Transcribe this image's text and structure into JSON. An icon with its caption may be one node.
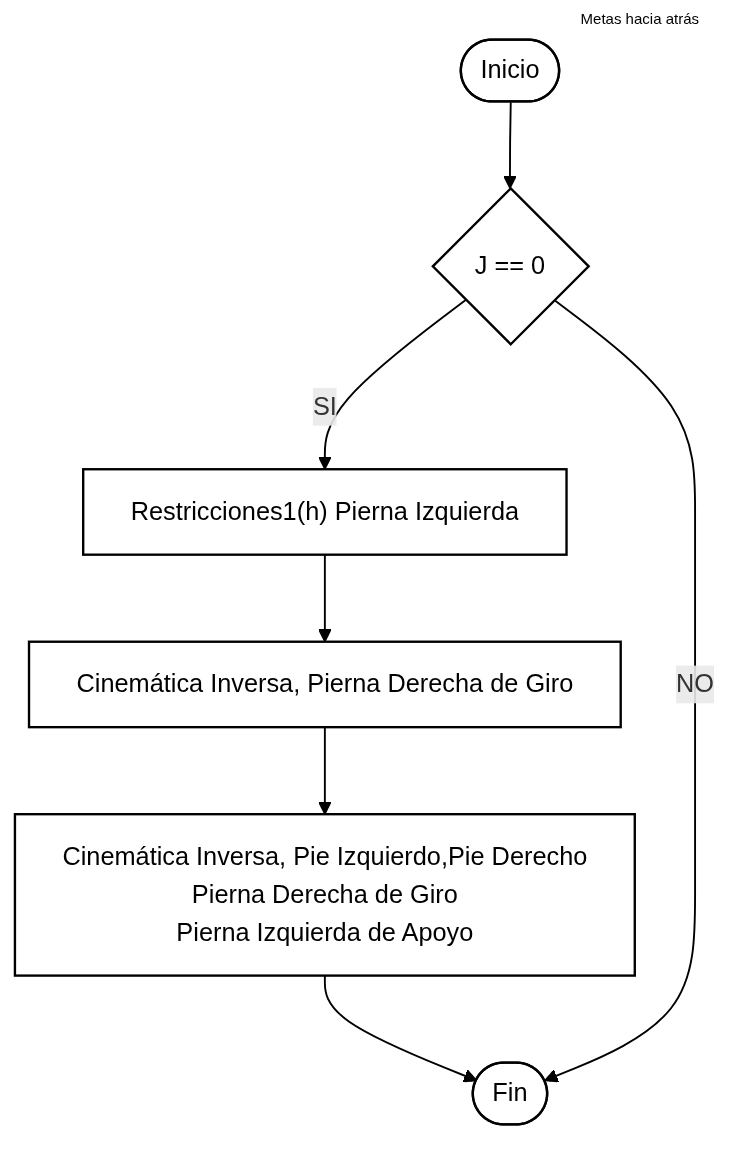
{
  "diagram": {
    "nodes": [
      {
        "text": [
          "Inicio"
        ]
      },
      {
        "text": [
          "J == 0"
        ]
      },
      {
        "text": [
          "Restricciones1(h) Pierna Izquierda"
        ]
      },
      {
        "text": [
          "Cinemática Inversa, Pierna Derecha de Giro"
        ]
      },
      {
        "text": [
          "Cinemática Inversa, Pie Izquierdo,Pie Derecho",
          "Pierna Derecha de Giro",
          "Pierna Izquierda de Apoyo"
        ]
      },
      {
        "text": [
          "Fin"
        ]
      }
    ],
    "edges": [
      {
        "from": 0,
        "to": 1,
        "arrow": "to"
      },
      {
        "from": 1,
        "to": 2,
        "arrow": "to",
        "label": "SI"
      },
      {
        "from": 2,
        "to": 3,
        "arrow": "to"
      },
      {
        "from": 3,
        "to": 4,
        "arrow": "to"
      },
      {
        "from": 4,
        "to": 5,
        "arrow": "to"
      },
      {
        "from": 1,
        "to": 5,
        "arrow": "to",
        "label": "NO"
      }
    ],
    "labels": [
      "Metas hacia atrás"
    ]
  }
}
